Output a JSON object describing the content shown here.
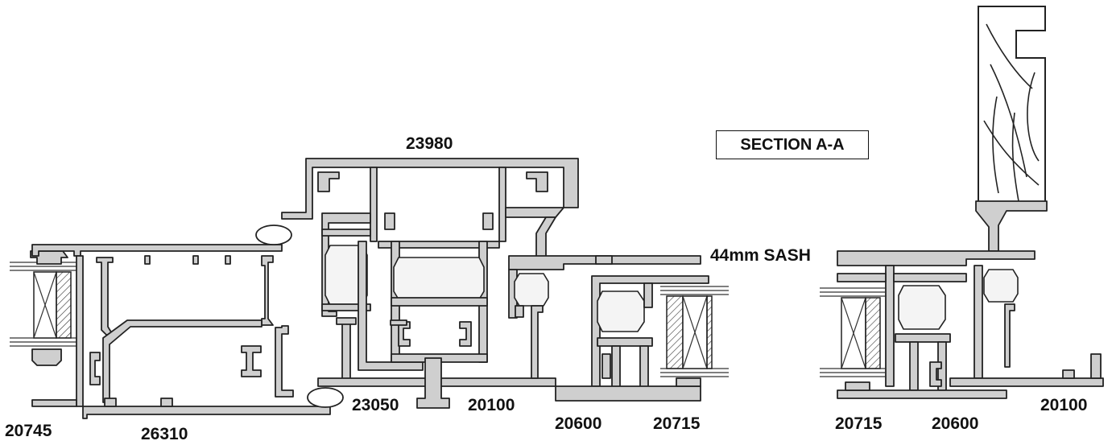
{
  "section_title": "SECTION A-A",
  "sash_label": "44mm SASH",
  "part_labels": {
    "p23980": "23980",
    "p23050": "23050",
    "p20100_left": "20100",
    "p20600_left": "20600",
    "p20715_left": "20715",
    "p20745": "20745",
    "p26310": "26310",
    "p20715_right": "20715",
    "p20600_right": "20600",
    "p20100_right": "20100"
  },
  "colors": {
    "profile_fill": "#cfcfcf",
    "outline": "#222222",
    "background": "#ffffff"
  }
}
